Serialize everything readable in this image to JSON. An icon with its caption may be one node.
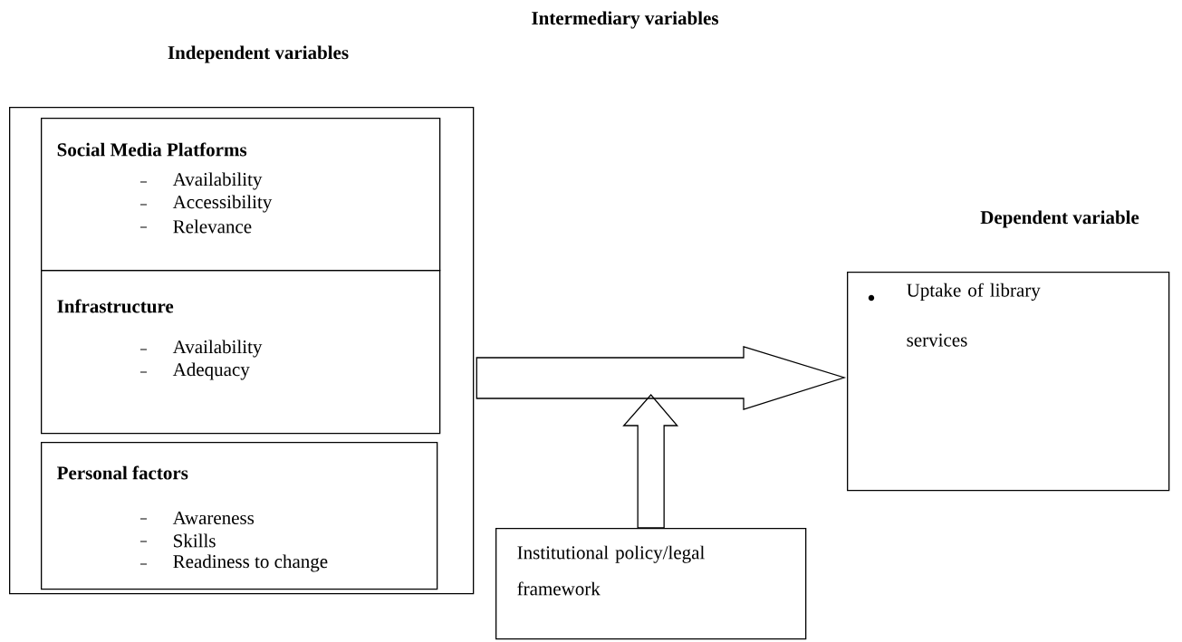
{
  "diagram": {
    "nodes": [
      {
        "text": [
          "Independent variables"
        ]
      },
      {
        "text": [
          "Social Media Platforms",
          "Availability",
          "Accessibility",
          "Relevance"
        ],
        "in": 0
      },
      {
        "text": [
          "Infrastructure",
          "Availability",
          "Adequacy"
        ],
        "in": 0
      },
      {
        "text": [
          "Personal factors",
          "Awareness",
          "Skills",
          "Readiness to change"
        ],
        "in": 0
      },
      {
        "text": [
          "Dependent variable",
          "Uptake of library services"
        ]
      },
      {
        "text": [
          "Institutional policy/legal framework"
        ]
      }
    ],
    "edges": [
      {
        "from": 0,
        "to": 4,
        "arrow": "to"
      },
      {
        "from": 5,
        "to": null,
        "arrow": "to"
      }
    ],
    "labels": [
      "Intermediary variables"
    ]
  }
}
